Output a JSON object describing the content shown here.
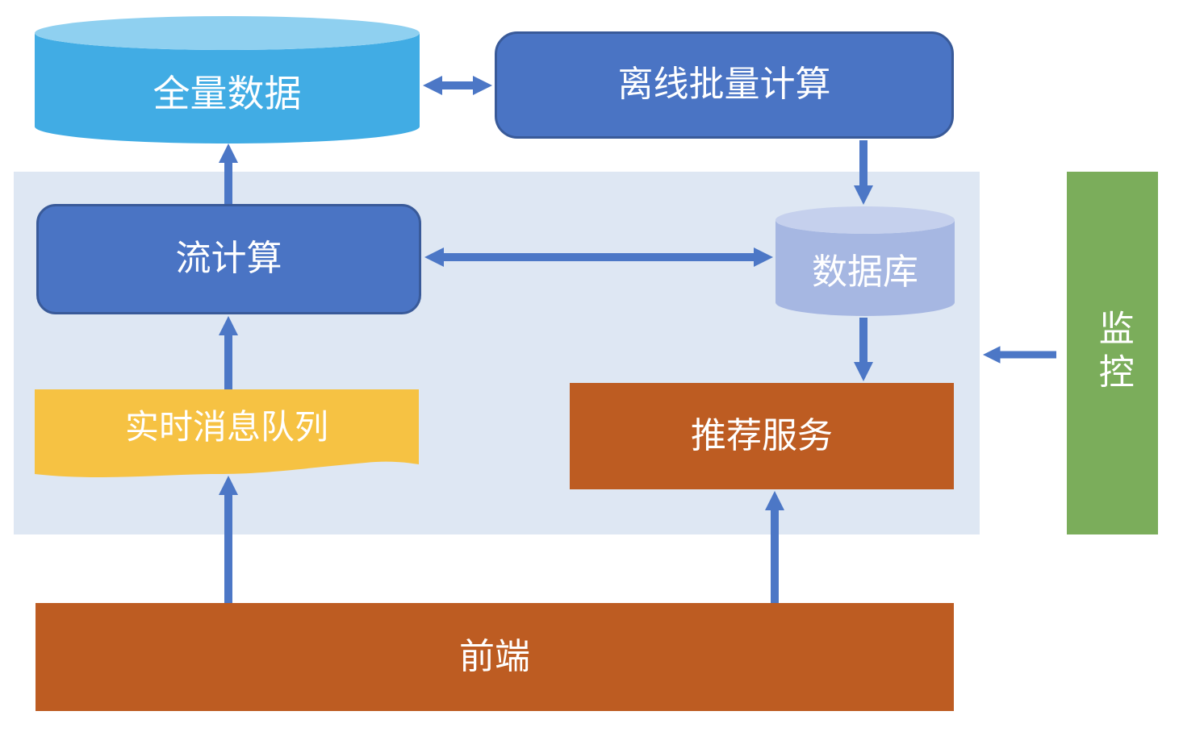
{
  "diagram": {
    "nodes": {
      "full_data": {
        "label": "全量数据",
        "shape": "cylinder"
      },
      "offline_batch_compute": {
        "label": "离线批量计算",
        "shape": "rounded-rect"
      },
      "stream_compute": {
        "label": "流计算",
        "shape": "rounded-rect"
      },
      "database": {
        "label": "数据库",
        "shape": "cylinder"
      },
      "realtime_message_queue": {
        "label": "实时消息队列",
        "shape": "document"
      },
      "recommendation_service": {
        "label": "推荐服务",
        "shape": "rect"
      },
      "frontend": {
        "label": "前端",
        "shape": "rect"
      },
      "monitoring": {
        "label": "监控",
        "shape": "rect-vertical"
      }
    },
    "edges": [
      {
        "from": "stream_compute",
        "to": "full_data",
        "direction": "up"
      },
      {
        "from": "full_data",
        "to": "offline_batch_compute",
        "direction": "both"
      },
      {
        "from": "offline_batch_compute",
        "to": "database",
        "direction": "down"
      },
      {
        "from": "stream_compute",
        "to": "database",
        "direction": "both"
      },
      {
        "from": "database",
        "to": "recommendation_service",
        "direction": "down"
      },
      {
        "from": "realtime_message_queue",
        "to": "stream_compute",
        "direction": "up"
      },
      {
        "from": "frontend",
        "to": "realtime_message_queue",
        "direction": "up"
      },
      {
        "from": "frontend",
        "to": "recommendation_service",
        "direction": "up"
      },
      {
        "from": "monitoring",
        "to": "panel",
        "direction": "left"
      }
    ],
    "colors": {
      "panel_bg": "#DEE7F3",
      "cylinder_blue_body": "#41ACE4",
      "cylinder_blue_top": "#8FD0F0",
      "box_blue_fill": "#4A74C4",
      "box_blue_border": "#395A99",
      "cylinder_periwinkle_body": "#A6B7E2",
      "cylinder_periwinkle_top": "#C5D0ED",
      "document_yellow": "#F6C243",
      "rect_orange": "#BD5C22",
      "rect_green": "#7BAD5B",
      "arrow_blue": "#4C77C6",
      "text_white": "#FFFFFF"
    }
  }
}
